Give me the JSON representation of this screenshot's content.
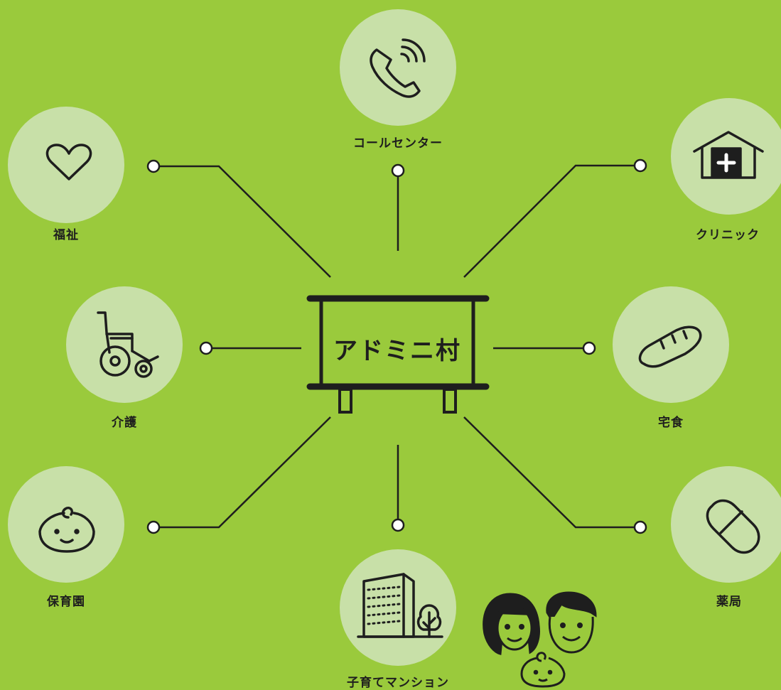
{
  "center": {
    "title": "アドミニ村"
  },
  "nodes": {
    "call_center": {
      "label": "コールセンター",
      "icon": "phone-icon"
    },
    "welfare": {
      "label": "福祉",
      "icon": "heart-icon"
    },
    "clinic": {
      "label": "クリニック",
      "icon": "clinic-house-icon"
    },
    "care": {
      "label": "介護",
      "icon": "wheelchair-icon"
    },
    "meal": {
      "label": "宅食",
      "icon": "bread-icon"
    },
    "nursery": {
      "label": "保育園",
      "icon": "baby-icon"
    },
    "pharmacy": {
      "label": "薬局",
      "icon": "pill-icon"
    },
    "mansion": {
      "label": "子育てマンション",
      "icon": "apartment-tree-icon"
    }
  },
  "colors": {
    "background": "#9aca3c",
    "circle": "#c8e0a8",
    "line": "#1e1e1e"
  }
}
